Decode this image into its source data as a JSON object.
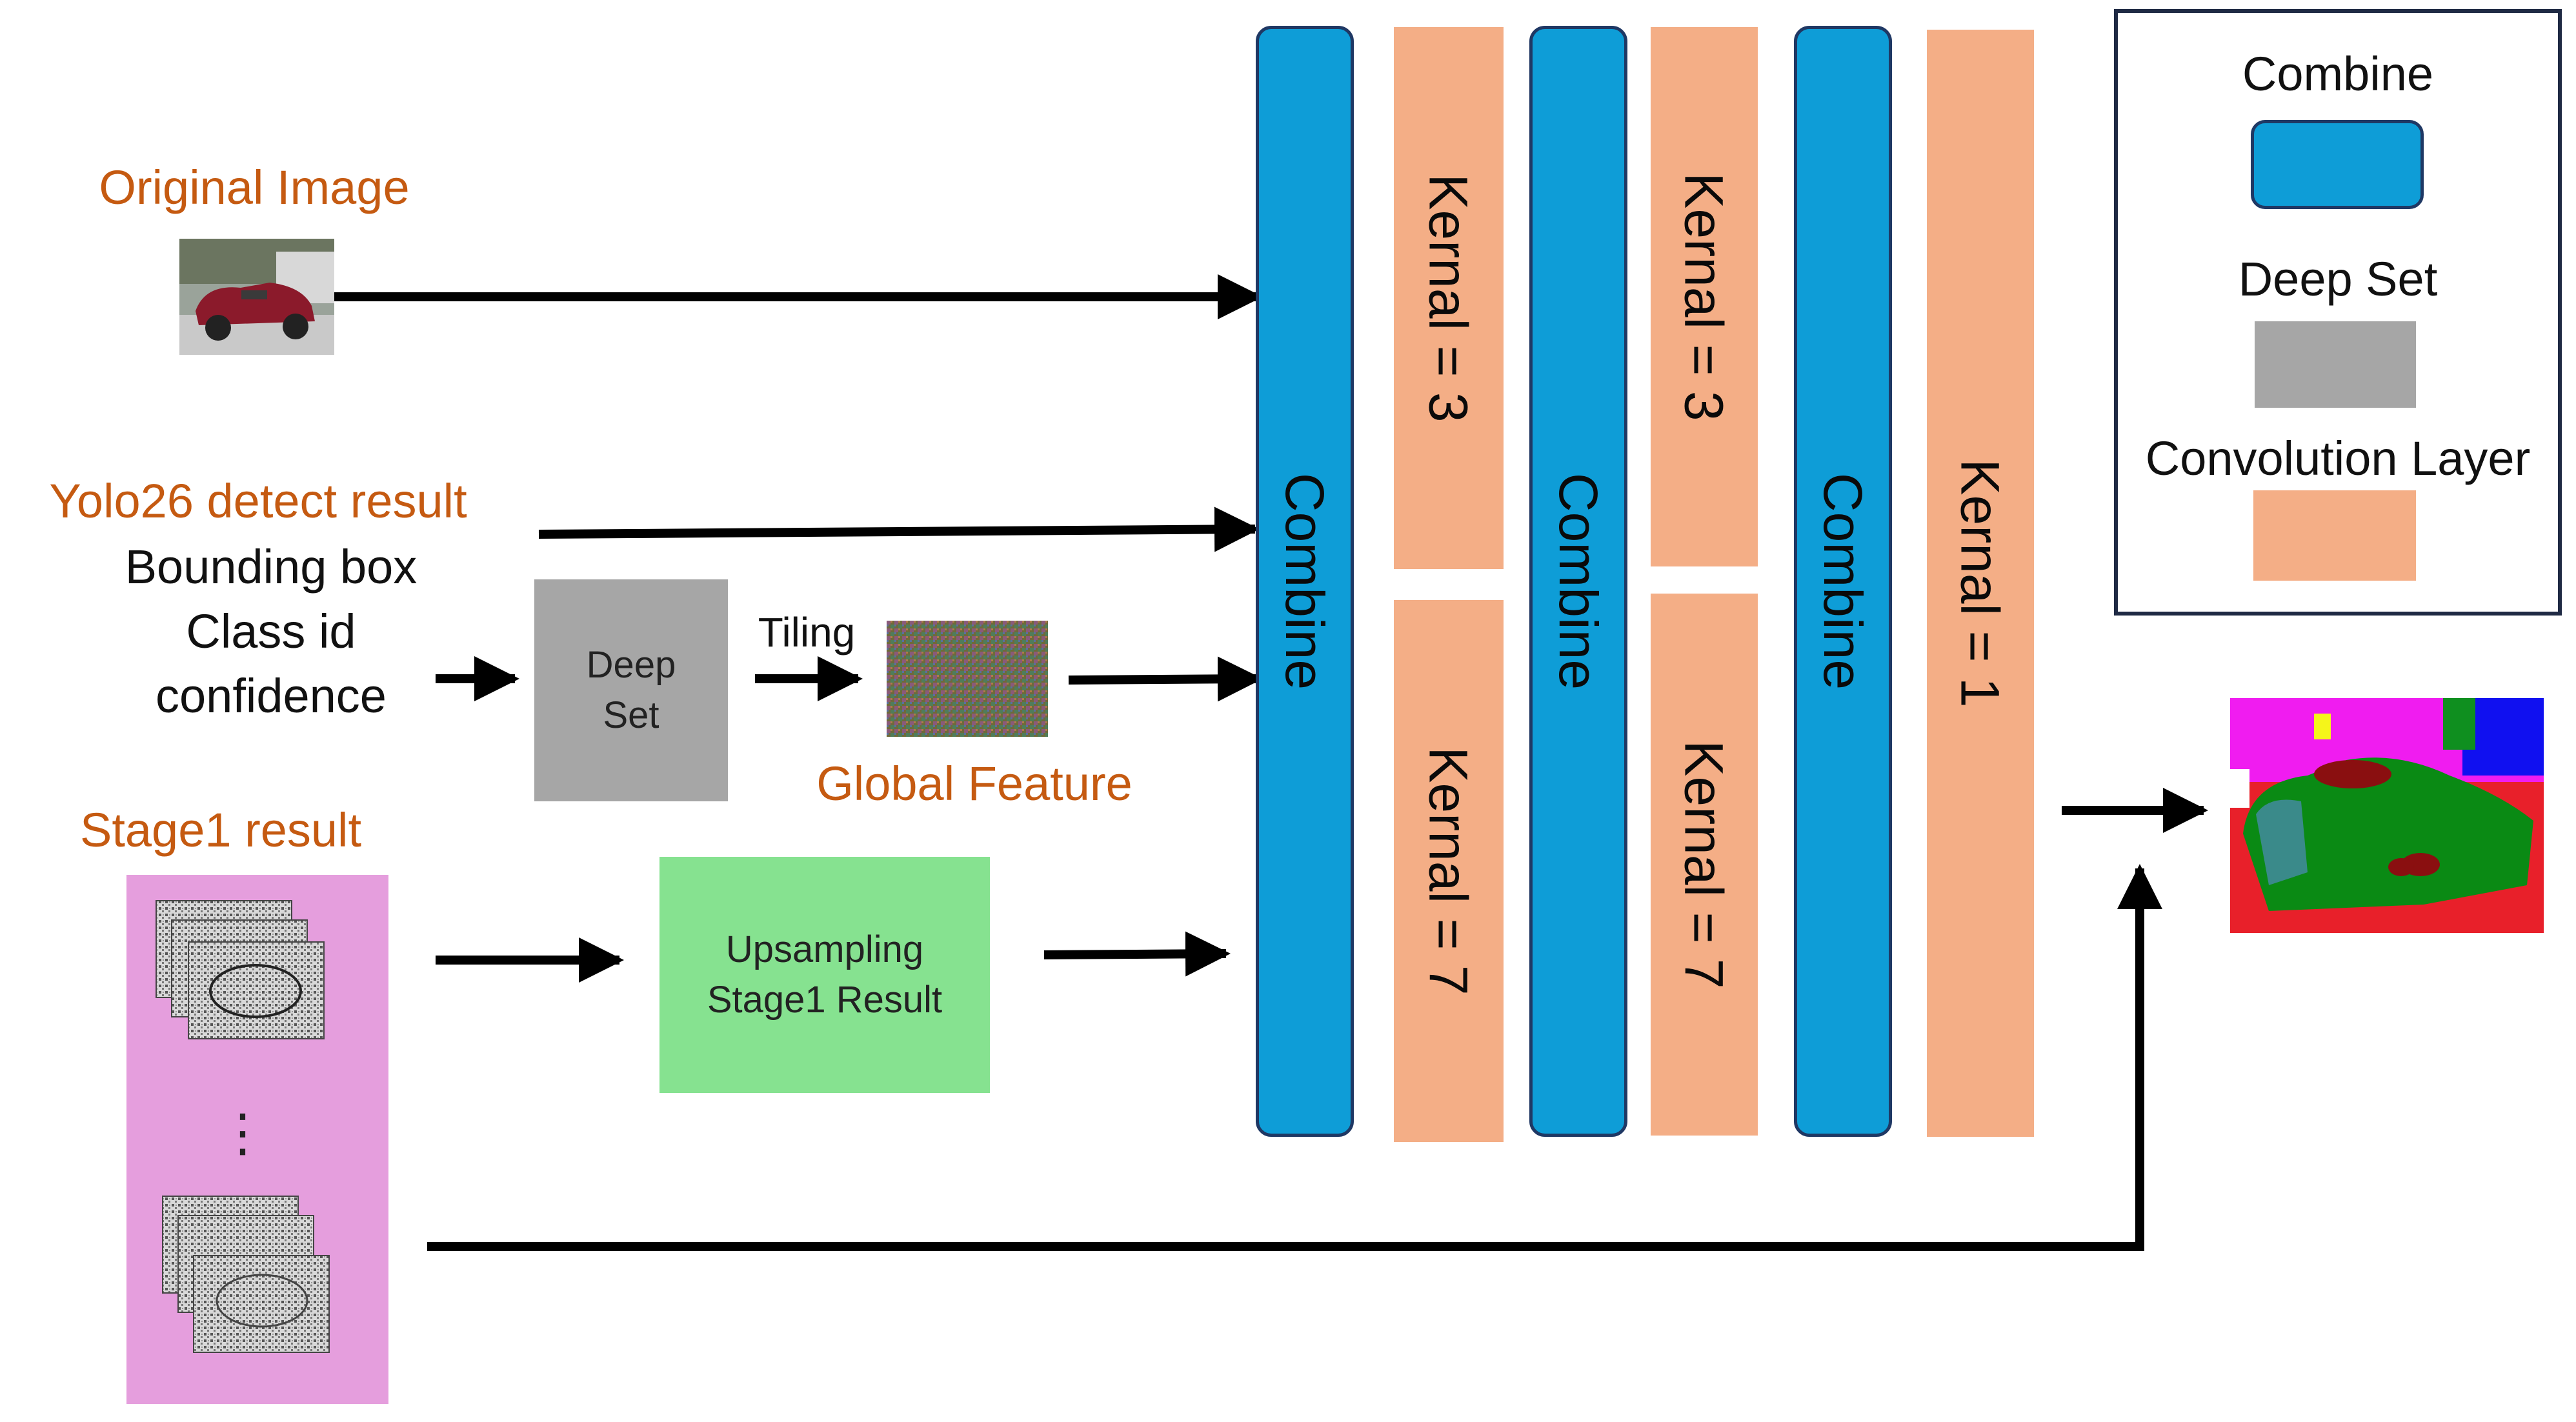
{
  "inputs": {
    "original_image_title": "Original Image",
    "yolo_title": "Yolo26 detect result",
    "yolo_items": [
      "Bounding box",
      "Class id",
      "confidence"
    ],
    "stage1_title": "Stage1 result",
    "stage1_ellipsis": "⋮"
  },
  "modules": {
    "deep_set_line1": "Deep",
    "deep_set_line2": "Set",
    "tiling_label": "Tiling",
    "global_feature_label": "Global Feature",
    "upsampling_line1": "Upsampling",
    "upsampling_line2": "Stage1 Result"
  },
  "network": {
    "combine_label": "Combine",
    "kernel_3": "Kernal = 3",
    "kernel_7": "Kernal = 7",
    "kernel_1": "Kernal = 1"
  },
  "legend": {
    "combine": "Combine",
    "deep_set": "Deep Set",
    "conv_layer": "Convolution Layer"
  },
  "colors": {
    "combine": "#0E9DD7",
    "combine_border": "#1F3864",
    "conv": "#F4AE86",
    "deep_set": "#A6A6A6",
    "upsampling": "#86E290",
    "stage1_bg": "#E59EDD",
    "label_orange": "#C55A11"
  }
}
